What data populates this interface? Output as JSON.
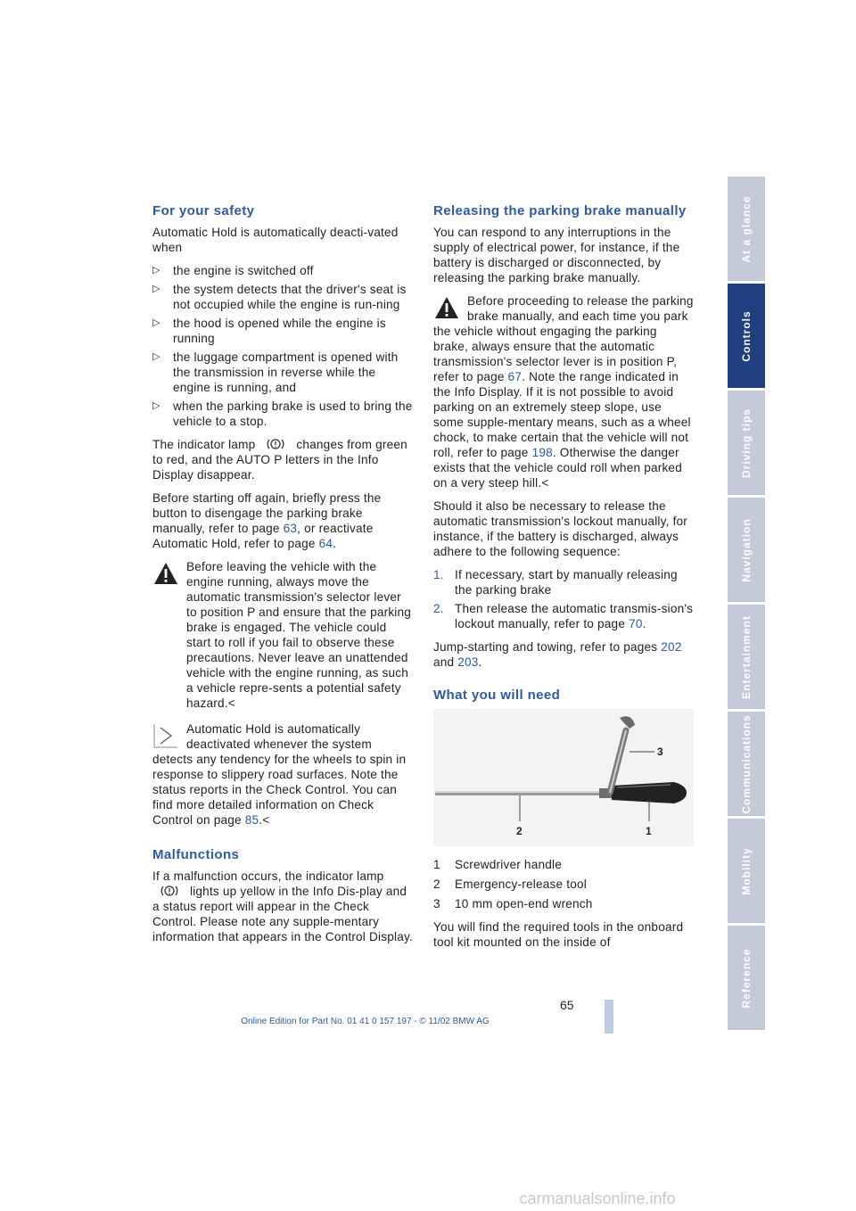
{
  "left": {
    "safety_heading": "For your safety",
    "safety_intro": "Automatic Hold is automatically deacti-vated when",
    "safety_bullets": [
      "the engine is switched off",
      "the system detects that the driver's seat is not occupied while the engine is run-ning",
      "the hood is opened while the engine is running",
      "the luggage compartment is opened with the transmission in reverse while the engine is running, and",
      "when the parking brake is used to bring the vehicle to a stop."
    ],
    "indicator_pre": "The indicator lamp",
    "indicator_post": "changes from green to red, and the AUTO P letters in the Info Display disappear.",
    "before_start_pre": "Before starting off again, briefly press the button to disengage the parking brake manually, refer to page",
    "before_start_page1": "63",
    "before_start_mid": ", or reactivate Automatic Hold, refer to page",
    "before_start_page2": "64",
    "before_start_end": ".",
    "warning_text": "Before leaving the vehicle with the engine running, always move the automatic transmission's selector lever to position P and ensure that the parking brake is engaged. The vehicle could start to roll if you fail to observe these precautions. Never leave an unattended vehicle with the engine running, as such a vehicle repre-sents a potential safety hazard.<",
    "note_pre": "Automatic Hold is automatically deactivated whenever the system detects any tendency for the wheels to spin in response to slippery road surfaces. Note the status reports in the Check Control. You can find more detailed information on Check Control on page",
    "note_page": "85",
    "note_end": ".<",
    "malf_heading": "Malfunctions",
    "malf_pre": "If a malfunction occurs, the indicator lamp",
    "malf_post": "lights up yellow in the Info Dis-play and a status report will appear in the Check Control. Please note any supple-mentary information that appears in the Control Display."
  },
  "right": {
    "release_heading": "Releasing the parking brake manually",
    "release_intro": "You can respond to any interruptions in the supply of electrical power, for instance, if the battery is discharged or disconnected, by releasing the parking brake manually.",
    "warn2_pre": "Before proceeding to release the parking brake manually, and each time you park the vehicle without engaging the parking brake, always ensure that the automatic transmission's selector lever is in position P, refer to page",
    "warn2_page1": "67",
    "warn2_mid": ". Note the range indicated in the Info Display. If it is not possible to avoid parking on an extremely steep slope, use some supple-mentary means, such as a wheel chock, to make certain that the vehicle will not roll, refer to page",
    "warn2_page2": "198",
    "warn2_end": ". Otherwise the danger exists that the vehicle could roll when parked on a very steep hill.<",
    "lockout_text": "Should it also be necessary to release the automatic transmission's lockout manually, for instance, if the battery is discharged, always adhere to the following sequence:",
    "steps": [
      {
        "n": "1.",
        "pre": "If necessary, start by manually releasing the parking brake",
        "page": "",
        "post": ""
      },
      {
        "n": "2.",
        "pre": "Then release the automatic transmis-sion's lockout manually, refer to page",
        "page": "70",
        "post": "."
      }
    ],
    "jump_pre": "Jump-starting and towing, refer to pages",
    "jump_page1": "202",
    "jump_and": "and",
    "jump_page2": "203",
    "jump_end": ".",
    "need_heading": "What you will need",
    "figure_labels": [
      "1",
      "2",
      "3"
    ],
    "legend": [
      {
        "k": "1",
        "v": "Screwdriver handle"
      },
      {
        "k": "2",
        "v": "Emergency-release tool"
      },
      {
        "k": "3",
        "v": "10 mm open-end wrench"
      }
    ],
    "tools_text": "You will find the required tools in the onboard tool kit mounted on the inside of"
  },
  "tabs": [
    "At a glance",
    "Controls",
    "Driving tips",
    "Navigation",
    "Entertainment",
    "Communications",
    "Mobility",
    "Reference"
  ],
  "active_tab": "Controls",
  "page_number": "65",
  "footer": "Online Edition for Part No. 01 41 0 157 197 - © 11/02 BMW AG",
  "watermark": "carmanualsonline.info"
}
